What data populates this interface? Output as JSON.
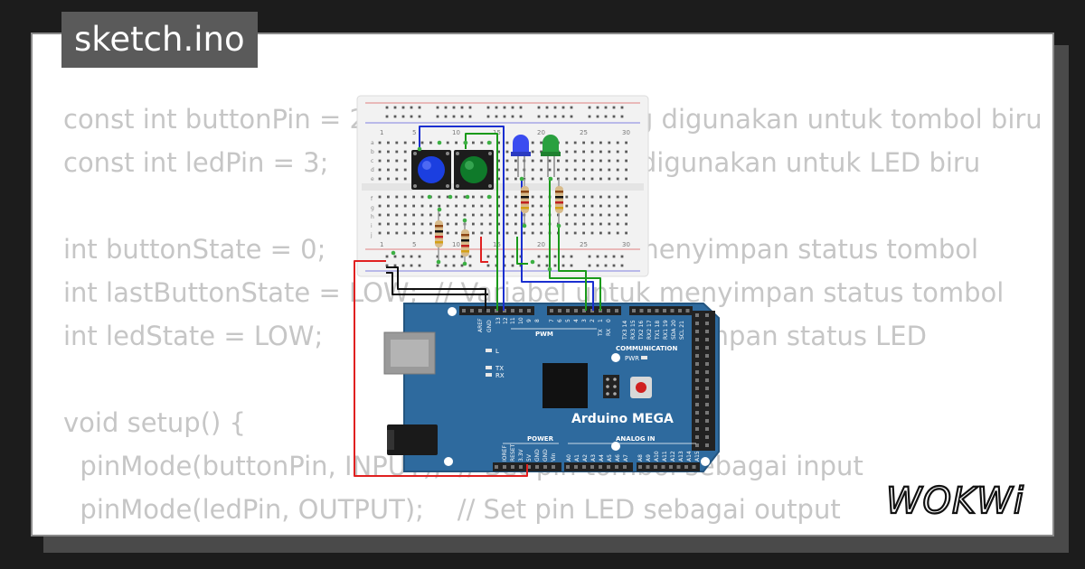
{
  "title": "sketch.ino",
  "code_lines": [
    "const int buttonPin = 2;      // Pin digital yang digunakan untuk tombol biru",
    "const int ledPin = 3;         // Pin digital yang digunakan untuk LED biru",
    "",
    "int buttonState = 0;          // Variabel untuk menyimpan status tombol",
    "int lastButtonState = LOW;  // Variabel untuk menyimpan status tombol",
    "int ledState = LOW;         // Variabel untuk menyimpan status LED",
    "",
    "void setup() {",
    "  pinMode(buttonPin, INPUT);  // Set pin tombol sebagai input",
    "  pinMode(ledPin, OUTPUT);    // Set pin LED sebagai output",
    "}"
  ],
  "board": {
    "name": "Arduino MEGA",
    "pwm_label": "PWM",
    "communication_label": "COMMUNICATION",
    "power_label": "POWER",
    "analog_label": "ANALOG IN",
    "led_labels": [
      "L",
      "TX",
      "RX",
      "PWR"
    ],
    "top_pins": [
      "AREF",
      "GND",
      "13",
      "12",
      "11",
      "10",
      "9",
      "8",
      "7",
      "6",
      "5",
      "4",
      "3",
      "2",
      "1",
      "0"
    ],
    "comm_pins": [
      "TX3 14",
      "RX3 15",
      "TX2 16",
      "RX2 17",
      "TX1 18",
      "RX1 19",
      "SDA 20",
      "SCL 21"
    ],
    "power_pins": [
      "IOREF",
      "RESET",
      "3.3V",
      "5V",
      "GND",
      "GND",
      "Vin"
    ],
    "analog_pins": [
      "A0",
      "A1",
      "A2",
      "A3",
      "A4",
      "A5",
      "A6",
      "A7",
      "A8",
      "A9",
      "A10",
      "A11",
      "A12",
      "A13",
      "A14",
      "A15"
    ],
    "tx_rx": [
      "TX",
      "RX"
    ]
  },
  "breadboard": {
    "col_numbers": [
      "1",
      "5",
      "10",
      "15",
      "20",
      "25",
      "30"
    ],
    "row_letters_top": [
      "a",
      "b",
      "c",
      "d",
      "e"
    ],
    "row_letters_bottom": [
      "f",
      "g",
      "h",
      "i",
      "j"
    ]
  },
  "logo_text": "WOKWi",
  "colors": {
    "board": "#2e6a9e",
    "wire_red": "#e02020",
    "wire_blue": "#1a2fd0",
    "wire_green": "#1a9a1a",
    "code_text": "#c6c6c6",
    "title_bg": "#5a5a5a"
  }
}
